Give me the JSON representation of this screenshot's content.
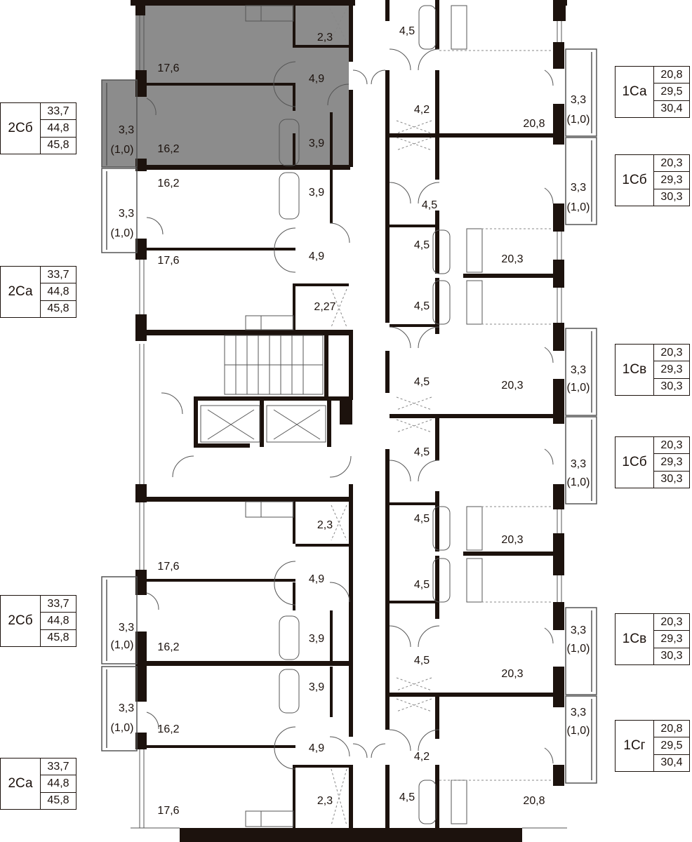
{
  "colors": {
    "wall": "#1c120d",
    "highlight": "#8c8c8c",
    "line": "#555555"
  },
  "left_tags": [
    {
      "code": "2Сб",
      "values": [
        "33,7",
        "44,8",
        "45,8"
      ]
    },
    {
      "code": "2Са",
      "values": [
        "33,7",
        "44,8",
        "45,8"
      ]
    },
    {
      "code": "2Сб",
      "values": [
        "33,7",
        "44,8",
        "45,8"
      ]
    },
    {
      "code": "2Са",
      "values": [
        "33,7",
        "44,8",
        "45,8"
      ]
    }
  ],
  "right_tags": [
    {
      "code": "1Са",
      "values": [
        "20,8",
        "29,5",
        "30,4"
      ]
    },
    {
      "code": "1Сб",
      "values": [
        "20,3",
        "29,3",
        "30,3"
      ]
    },
    {
      "code": "1Св",
      "values": [
        "20,3",
        "29,3",
        "30,3"
      ]
    },
    {
      "code": "1Сб",
      "values": [
        "20,3",
        "29,3",
        "30,3"
      ]
    },
    {
      "code": "1Св",
      "values": [
        "20,3",
        "29,3",
        "30,3"
      ]
    },
    {
      "code": "1Сг",
      "values": [
        "20,8",
        "29,5",
        "30,4"
      ]
    }
  ],
  "room_labels": [
    "2,3",
    "4,5",
    "17,6",
    "4,9",
    "4,2",
    "3,3",
    "(1,0)",
    "20,8",
    "3,3",
    "(1,0)",
    "16,2",
    "3,9",
    "16,2",
    "3,9",
    "4,5",
    "3,3",
    "(1,0)",
    "3,3",
    "(1,0)",
    "4,5",
    "20,3",
    "17,6",
    "4,9",
    "4,5",
    "2,27",
    "4,5",
    "3,3",
    "(1,0)",
    "20,3",
    "4,5",
    "3,3",
    "(1,0)",
    "4,5",
    "20,3",
    "2,3",
    "17,6",
    "4,9",
    "4,5",
    "3,3",
    "(1,0)",
    "16,2",
    "3,9",
    "3,3",
    "(1,0)",
    "4,5",
    "20,3",
    "3,9",
    "3,3",
    "(1,0)",
    "3,3",
    "(1,0)",
    "16,2",
    "4,9",
    "4,2",
    "2,3",
    "4,5",
    "17,6",
    "20,8"
  ]
}
